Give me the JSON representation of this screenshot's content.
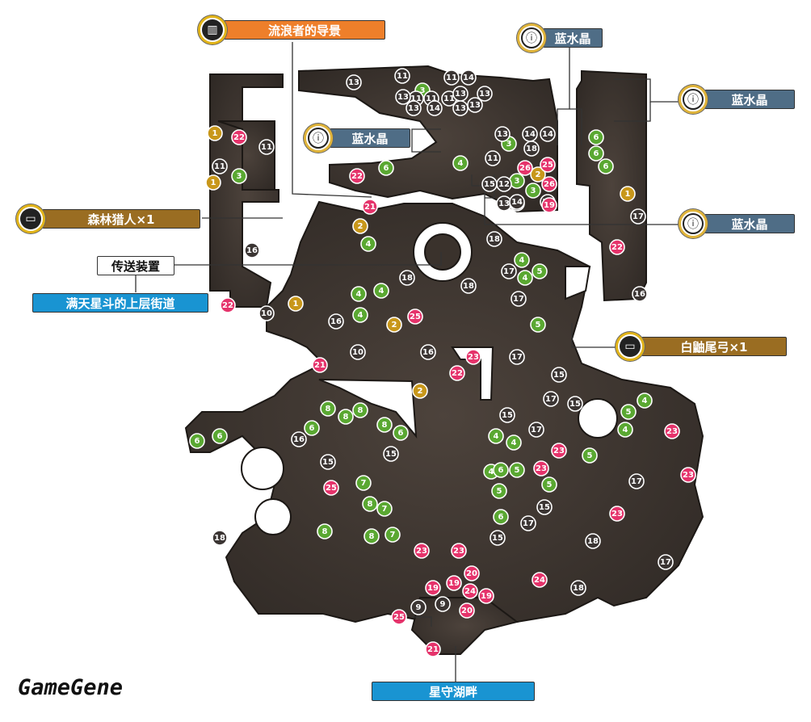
{
  "watermark": "GameGene",
  "labels": {
    "guide": "流浪者的导景",
    "crystal": "蓝水晶",
    "forest_hunter": "森林猎人×1",
    "teleporter": "传送装置",
    "upper_street": "满天星斗的上层街道",
    "white_bow": "白鼬尾弓×1",
    "star_lake": "星守湖畔"
  },
  "colors": {
    "map_floor": "#4a4039",
    "yellow": "#c8971a",
    "green": "#5aa832",
    "pink": "#e5336b",
    "gray": "#3b3533",
    "label_orange": "#ee7f2a",
    "label_brown": "#9a6d22",
    "label_steel": "#4f6d86",
    "label_cyan": "#1994d2"
  },
  "markers": [
    {
      "n": "1",
      "c": "y"
    },
    {
      "n": "1",
      "c": "y"
    },
    {
      "n": "1",
      "c": "y"
    },
    {
      "n": "1",
      "c": "y"
    },
    {
      "n": "2",
      "c": "y"
    },
    {
      "n": "2",
      "c": "y"
    },
    {
      "n": "2",
      "c": "y"
    },
    {
      "n": "2",
      "c": "y"
    },
    {
      "n": "3",
      "c": "g"
    },
    {
      "n": "3",
      "c": "g"
    },
    {
      "n": "3",
      "c": "g"
    },
    {
      "n": "3",
      "c": "g"
    },
    {
      "n": "3",
      "c": "g"
    },
    {
      "n": "4",
      "c": "g"
    },
    {
      "n": "4",
      "c": "g"
    },
    {
      "n": "4",
      "c": "g"
    },
    {
      "n": "4",
      "c": "g"
    },
    {
      "n": "4",
      "c": "g"
    },
    {
      "n": "4",
      "c": "g"
    },
    {
      "n": "4",
      "c": "g"
    },
    {
      "n": "4",
      "c": "g"
    },
    {
      "n": "4",
      "c": "g"
    },
    {
      "n": "4",
      "c": "g"
    },
    {
      "n": "4",
      "c": "g"
    },
    {
      "n": "4",
      "c": "g"
    },
    {
      "n": "5",
      "c": "g"
    },
    {
      "n": "5",
      "c": "g"
    },
    {
      "n": "5",
      "c": "g"
    },
    {
      "n": "5",
      "c": "g"
    },
    {
      "n": "5",
      "c": "g"
    },
    {
      "n": "5",
      "c": "g"
    },
    {
      "n": "5",
      "c": "g"
    },
    {
      "n": "6",
      "c": "g"
    },
    {
      "n": "6",
      "c": "g"
    },
    {
      "n": "6",
      "c": "g"
    },
    {
      "n": "6",
      "c": "g"
    },
    {
      "n": "6",
      "c": "g"
    },
    {
      "n": "6",
      "c": "g"
    },
    {
      "n": "6",
      "c": "g"
    },
    {
      "n": "6",
      "c": "g"
    },
    {
      "n": "6",
      "c": "g"
    },
    {
      "n": "6",
      "c": "g"
    },
    {
      "n": "7",
      "c": "g"
    },
    {
      "n": "7",
      "c": "g"
    },
    {
      "n": "7",
      "c": "g"
    },
    {
      "n": "8",
      "c": "g"
    },
    {
      "n": "8",
      "c": "g"
    },
    {
      "n": "8",
      "c": "g"
    },
    {
      "n": "8",
      "c": "g"
    },
    {
      "n": "8",
      "c": "g"
    },
    {
      "n": "8",
      "c": "g"
    },
    {
      "n": "8",
      "c": "g"
    },
    {
      "n": "9",
      "c": "k"
    },
    {
      "n": "9",
      "c": "k"
    },
    {
      "n": "10",
      "c": "k"
    },
    {
      "n": "10",
      "c": "k"
    },
    {
      "n": "11",
      "c": "k"
    },
    {
      "n": "11",
      "c": "k"
    },
    {
      "n": "11",
      "c": "k"
    },
    {
      "n": "11",
      "c": "k"
    },
    {
      "n": "11",
      "c": "k"
    },
    {
      "n": "11",
      "c": "k"
    },
    {
      "n": "11",
      "c": "k"
    },
    {
      "n": "11",
      "c": "k"
    },
    {
      "n": "12",
      "c": "k"
    },
    {
      "n": "13",
      "c": "k"
    },
    {
      "n": "13",
      "c": "k"
    },
    {
      "n": "13",
      "c": "k"
    },
    {
      "n": "13",
      "c": "k"
    },
    {
      "n": "13",
      "c": "k"
    },
    {
      "n": "13",
      "c": "k"
    },
    {
      "n": "13",
      "c": "k"
    },
    {
      "n": "13",
      "c": "k"
    },
    {
      "n": "13",
      "c": "k"
    },
    {
      "n": "13",
      "c": "k"
    },
    {
      "n": "14",
      "c": "k"
    },
    {
      "n": "14",
      "c": "k"
    },
    {
      "n": "14",
      "c": "k"
    },
    {
      "n": "14",
      "c": "k"
    },
    {
      "n": "14",
      "c": "k"
    },
    {
      "n": "14",
      "c": "k"
    },
    {
      "n": "15",
      "c": "k"
    },
    {
      "n": "15",
      "c": "k"
    },
    {
      "n": "15",
      "c": "k"
    },
    {
      "n": "15",
      "c": "k"
    },
    {
      "n": "15",
      "c": "k"
    },
    {
      "n": "15",
      "c": "k"
    },
    {
      "n": "15",
      "c": "k"
    },
    {
      "n": "15",
      "c": "k"
    },
    {
      "n": "16",
      "c": "k"
    },
    {
      "n": "16",
      "c": "k"
    },
    {
      "n": "16",
      "c": "k"
    },
    {
      "n": "16",
      "c": "k"
    },
    {
      "n": "16",
      "c": "k"
    },
    {
      "n": "17",
      "c": "k"
    },
    {
      "n": "17",
      "c": "k"
    },
    {
      "n": "17",
      "c": "k"
    },
    {
      "n": "17",
      "c": "k"
    },
    {
      "n": "17",
      "c": "k"
    },
    {
      "n": "17",
      "c": "k"
    },
    {
      "n": "17",
      "c": "k"
    },
    {
      "n": "17",
      "c": "k"
    },
    {
      "n": "17",
      "c": "k"
    },
    {
      "n": "18",
      "c": "k"
    },
    {
      "n": "18",
      "c": "k"
    },
    {
      "n": "18",
      "c": "k"
    },
    {
      "n": "18",
      "c": "k"
    },
    {
      "n": "18",
      "c": "k"
    },
    {
      "n": "18",
      "c": "k"
    },
    {
      "n": "18",
      "c": "k"
    },
    {
      "n": "19",
      "c": "p"
    },
    {
      "n": "19",
      "c": "p"
    },
    {
      "n": "19",
      "c": "p"
    },
    {
      "n": "19",
      "c": "p"
    },
    {
      "n": "20",
      "c": "p"
    },
    {
      "n": "20",
      "c": "p"
    },
    {
      "n": "21",
      "c": "p"
    },
    {
      "n": "21",
      "c": "p"
    },
    {
      "n": "21",
      "c": "p"
    },
    {
      "n": "22",
      "c": "p"
    },
    {
      "n": "22",
      "c": "p"
    },
    {
      "n": "22",
      "c": "p"
    },
    {
      "n": "22",
      "c": "p"
    },
    {
      "n": "22",
      "c": "p"
    },
    {
      "n": "23",
      "c": "p"
    },
    {
      "n": "23",
      "c": "p"
    },
    {
      "n": "23",
      "c": "p"
    },
    {
      "n": "23",
      "c": "p"
    },
    {
      "n": "23",
      "c": "p"
    },
    {
      "n": "23",
      "c": "p"
    },
    {
      "n": "23",
      "c": "p"
    },
    {
      "n": "23",
      "c": "p"
    },
    {
      "n": "24",
      "c": "p"
    },
    {
      "n": "24",
      "c": "p"
    },
    {
      "n": "25",
      "c": "p"
    },
    {
      "n": "25",
      "c": "p"
    },
    {
      "n": "25",
      "c": "p"
    },
    {
      "n": "25",
      "c": "p"
    },
    {
      "n": "26",
      "c": "p"
    },
    {
      "n": "26",
      "c": "p"
    }
  ]
}
